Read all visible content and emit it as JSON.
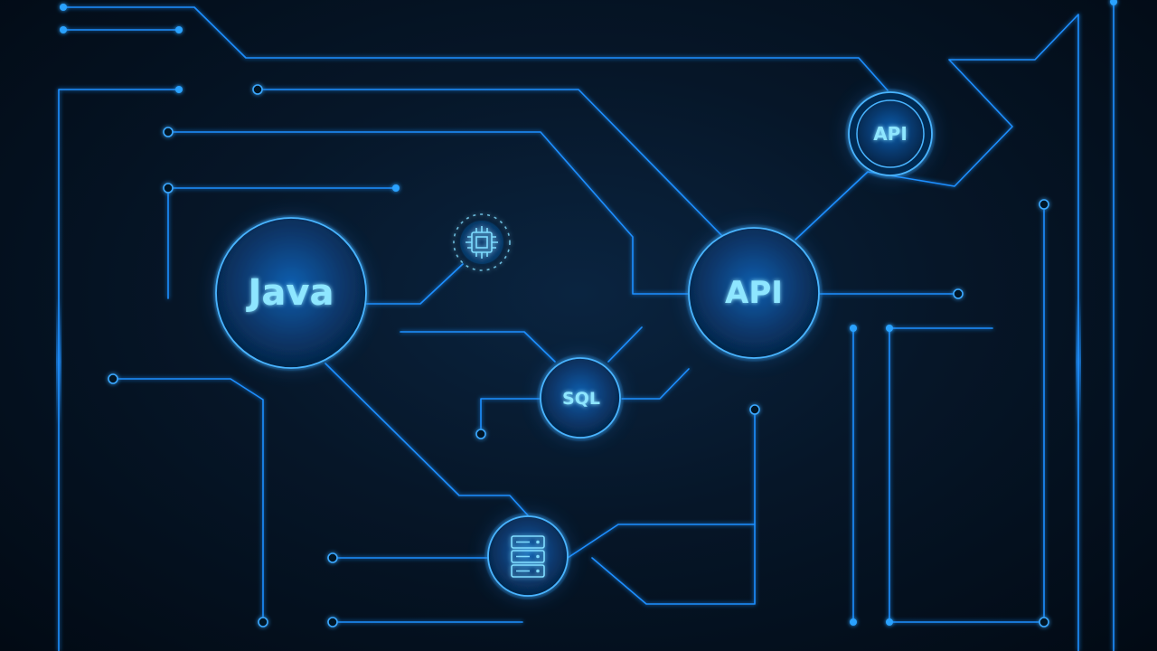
{
  "scene": {
    "nodes": {
      "java": {
        "label": "Java"
      },
      "api_main": {
        "label": "API"
      },
      "api_small": {
        "label": "API"
      },
      "sql": {
        "label": "SQL"
      }
    },
    "icons": {
      "chip": "cpu-chip-icon",
      "server": "server-rack-icon"
    },
    "colors": {
      "background": "#020b16",
      "trace": "#1e8fff",
      "glow": "#49b4ff",
      "label": "#8ee6ff"
    }
  }
}
